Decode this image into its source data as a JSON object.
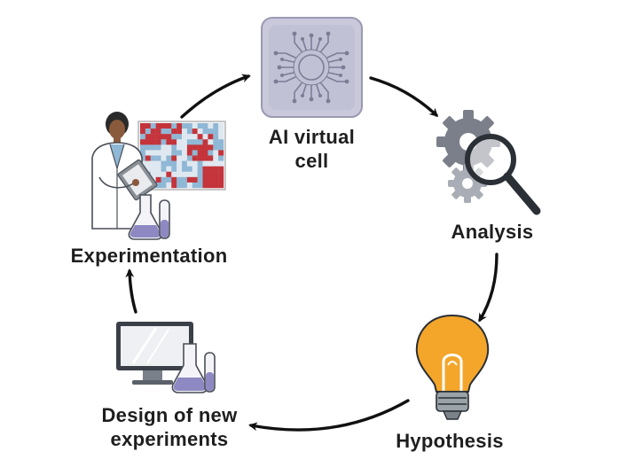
{
  "nodes": {
    "ai_cell": {
      "lines": [
        "AI virtual",
        "cell"
      ],
      "icon": "chip-icon"
    },
    "analysis": {
      "lines": [
        "Analysis"
      ],
      "icon": "gears-magnifier-icon"
    },
    "hypothesis": {
      "lines": [
        "Hypothesis"
      ],
      "icon": "lightbulb-icon"
    },
    "design": {
      "lines": [
        "Design of new",
        "experiments"
      ],
      "icon": "computer-flask-icon"
    },
    "experimentation": {
      "lines": [
        "Experimentation"
      ],
      "icon": "scientist-heatmap-icon"
    }
  },
  "edges": [
    {
      "from": "experimentation",
      "to": "ai_cell"
    },
    {
      "from": "ai_cell",
      "to": "analysis"
    },
    {
      "from": "analysis",
      "to": "hypothesis"
    },
    {
      "from": "hypothesis",
      "to": "design"
    },
    {
      "from": "design",
      "to": "experimentation"
    }
  ],
  "colors": {
    "text": "#1e1e1e",
    "arrow": "#111111",
    "chip_fill": "#c9c9db",
    "chip_border": "#9a9ab3",
    "gear": "#7b7f8a",
    "bulb": "#f3a62a",
    "bulb_base": "#9aa3a8",
    "monitor": "#3a3f48",
    "liquid": "#8e89c2",
    "heat_red": "#c4343b",
    "heat_blue": "#8fb8d6"
  }
}
